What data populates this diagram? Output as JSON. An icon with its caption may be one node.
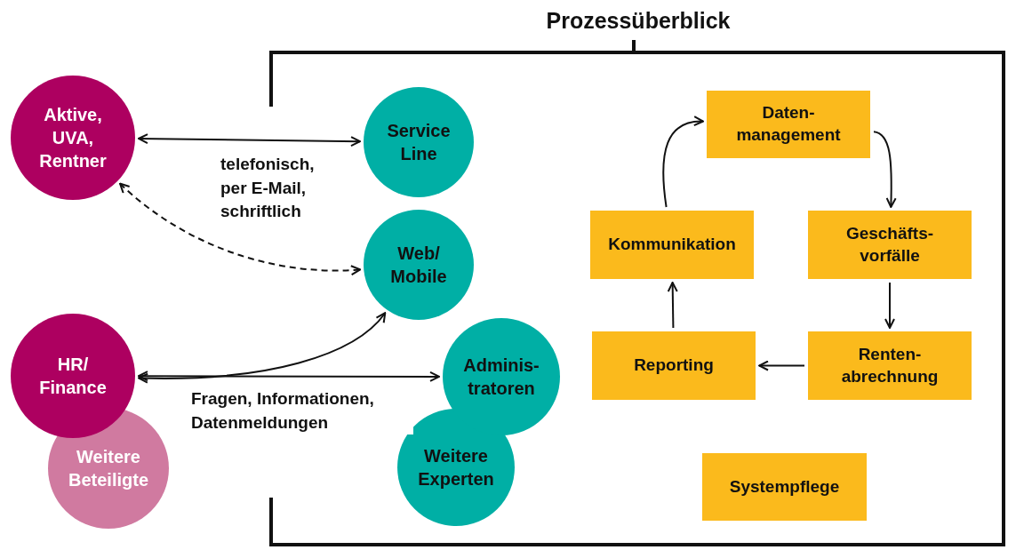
{
  "diagram": {
    "nodes": [
      {
        "text": [
          "Aktive, UVA, Rentner"
        ]
      },
      {
        "text": [
          "HR/ Finance"
        ]
      },
      {
        "text": [
          "Weitere Beteiligte"
        ]
      },
      {
        "text": [
          "Prozessüberblick"
        ]
      },
      {
        "text": [
          "Service Line"
        ],
        "in": 3
      },
      {
        "text": [
          "Web/ Mobile"
        ],
        "in": 3
      },
      {
        "text": [
          "Adminis- tratoren"
        ],
        "in": 3
      },
      {
        "text": [
          "Weitere Experten"
        ],
        "in": 3
      },
      {
        "text": [
          "Daten- management"
        ],
        "in": 3
      },
      {
        "text": [
          "Kommunikation"
        ],
        "in": 3
      },
      {
        "text": [
          "Geschäfts- vorfälle"
        ],
        "in": 3
      },
      {
        "text": [
          "Reporting"
        ],
        "in": 3
      },
      {
        "text": [
          "Renten- abrechnung"
        ],
        "in": 3
      },
      {
        "text": [
          "Systempflege"
        ],
        "in": 3
      }
    ],
    "edges": [
      {
        "from": 0,
        "to": 4,
        "arrow": "both",
        "label": "telefonisch, per E-Mail, schriftlich"
      },
      {
        "from": 0,
        "to": 5,
        "arrow": "both",
        "style": "dashed"
      },
      {
        "from": 1,
        "to": 5,
        "arrow": "both"
      },
      {
        "from": 1,
        "to": 6,
        "arrow": "both",
        "label": "Fragen, Informationen, Datenmeldungen"
      },
      {
        "from": 9,
        "to": 8,
        "arrow": "to"
      },
      {
        "from": 8,
        "to": 10,
        "arrow": "to"
      },
      {
        "from": 10,
        "to": 12,
        "arrow": "to"
      },
      {
        "from": 12,
        "to": 11,
        "arrow": "to"
      },
      {
        "from": 11,
        "to": 9,
        "arrow": "to"
      }
    ]
  }
}
